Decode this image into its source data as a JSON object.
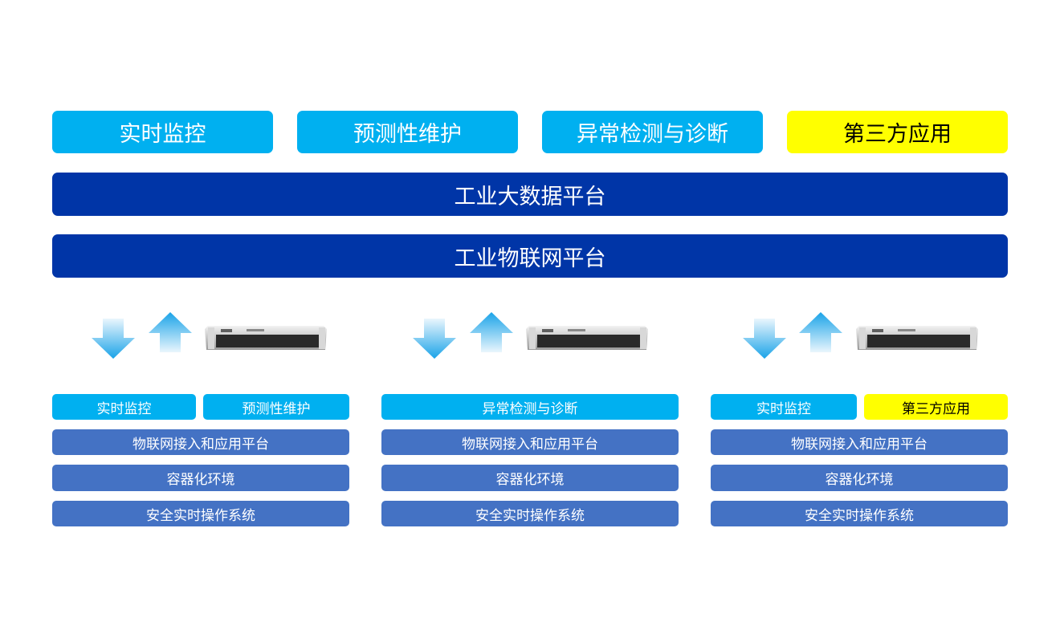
{
  "top_apps": [
    {
      "label": "实时监控",
      "highlight": false
    },
    {
      "label": "预测性维护",
      "highlight": false
    },
    {
      "label": "异常检测与诊断",
      "highlight": false
    },
    {
      "label": "第三方应用",
      "highlight": true
    }
  ],
  "platforms": {
    "bigdata": "工业大数据平台",
    "iot": "工业物联网平台"
  },
  "nodes": [
    {
      "apps": [
        {
          "label": "实时监控",
          "highlight": false
        },
        {
          "label": "预测性维护",
          "highlight": false
        }
      ],
      "layers": [
        "物联网接入和应用平台",
        "容器化环境",
        "安全实时操作系统"
      ]
    },
    {
      "apps": [
        {
          "label": "异常检测与诊断",
          "highlight": false
        }
      ],
      "layers": [
        "物联网接入和应用平台",
        "容器化环境",
        "安全实时操作系统"
      ]
    },
    {
      "apps": [
        {
          "label": "实时监控",
          "highlight": false
        },
        {
          "label": "第三方应用",
          "highlight": true
        }
      ],
      "layers": [
        "物联网接入和应用平台",
        "容器化环境",
        "安全实时操作系统"
      ]
    }
  ],
  "colors": {
    "app_cyan": "#00b0f0",
    "highlight_yellow": "#ffff00",
    "platform_dark_blue": "#0035a7",
    "layer_blue": "#4472c4"
  },
  "icons": [
    "arrow-down-icon",
    "arrow-up-icon",
    "industrial-server-icon"
  ]
}
